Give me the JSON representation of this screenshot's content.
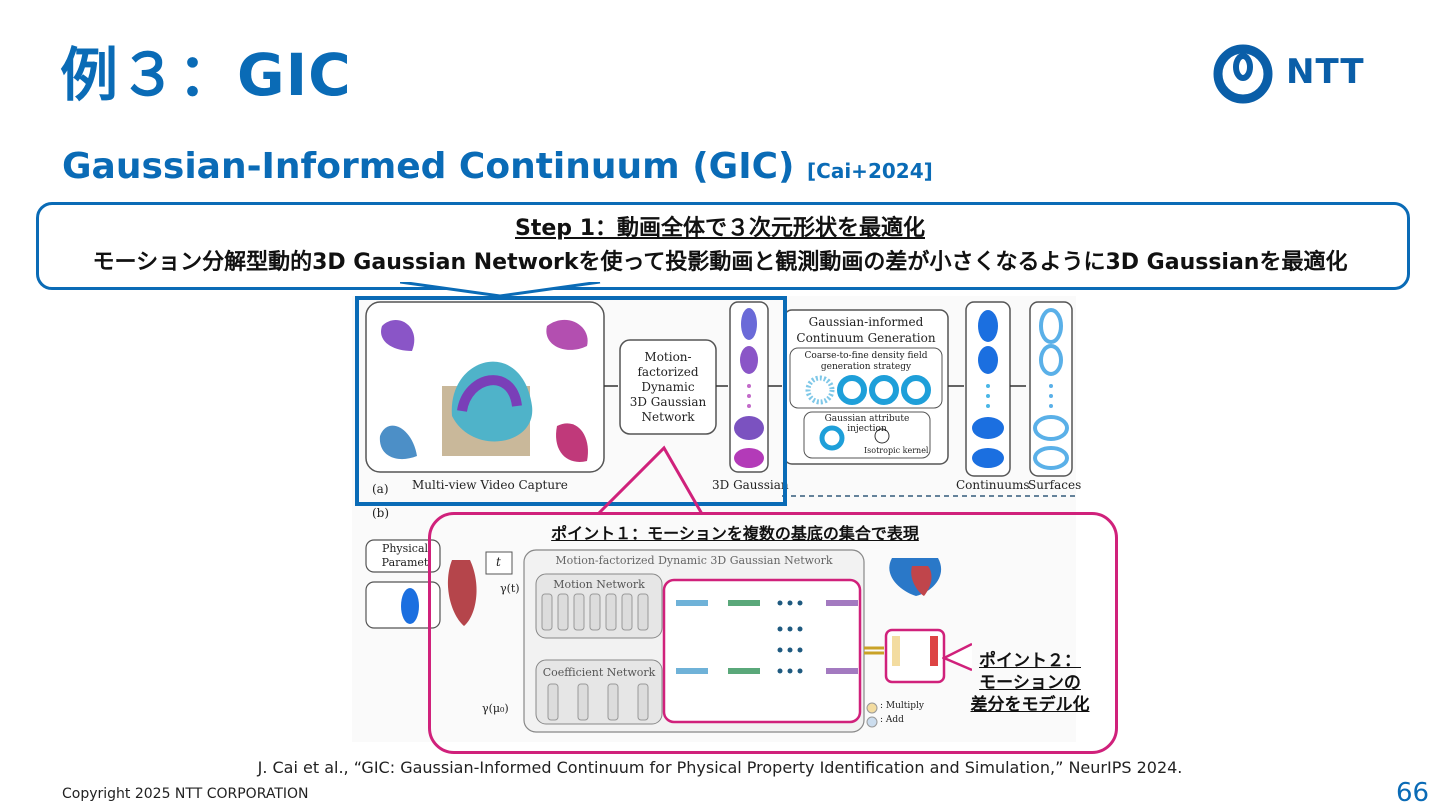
{
  "slide": {
    "title": "例３：GIC",
    "logo_text": "NTT",
    "subtitle": "Gaussian-Informed Continuum (GIC)",
    "subtitle_ref": "[Cai+2024]",
    "step_title": "Step 1：動画全体で３次元形状を最適化",
    "step_body": "モーション分解型動的3D Gaussian Networkを使って投影動画と観測動画の差が小さくなるように3D Gaussianを最適化",
    "point1": "ポイント１：モーションを複数の基底の集合で表現",
    "point2_line1": "ポイント２：",
    "point2_line2": "モーションの",
    "point2_line3": "差分をモデル化",
    "caption": "J. Cai et al., “GIC: Gaussian-Informed Continuum for Physical Property Identification and Simulation,” NeurIPS 2024.",
    "copyright": "Copyright 2025 NTT CORPORATION",
    "page_number": "66"
  },
  "figure": {
    "label_a": "(a)",
    "label_b": "(b)",
    "multiview": "Multi-view Video Capture",
    "motion_net": [
      "Motion-",
      "factorized",
      "Dynamic",
      "3D Gaussian",
      "Network"
    ],
    "gaussian_3d": "3D Gaussian",
    "gic_gen": [
      "Gaussian-informed",
      "Continuum Generation"
    ],
    "coarse": [
      "Coarse-to-fine density field",
      "generation strategy"
    ],
    "attr_inj": "Gaussian attribute injection",
    "iso": "Isotropic kernel",
    "continuums": "Continuums",
    "surfaces": "Surfaces",
    "mf_net": "Motion-factorized Dynamic 3D Gaussian Network",
    "motion_network": "Motion Network",
    "coef_network": "Coefficient Network",
    "physical": [
      "Physical",
      "Paramet"
    ],
    "t": "t",
    "gamma_t": "γ(t)",
    "gamma_mu": "γ(μ₀)",
    "multiply": ": Multiply",
    "add": ": Add"
  },
  "colors": {
    "brand_blue": "#0a6bb6",
    "point_magenta": "#d0217b"
  }
}
